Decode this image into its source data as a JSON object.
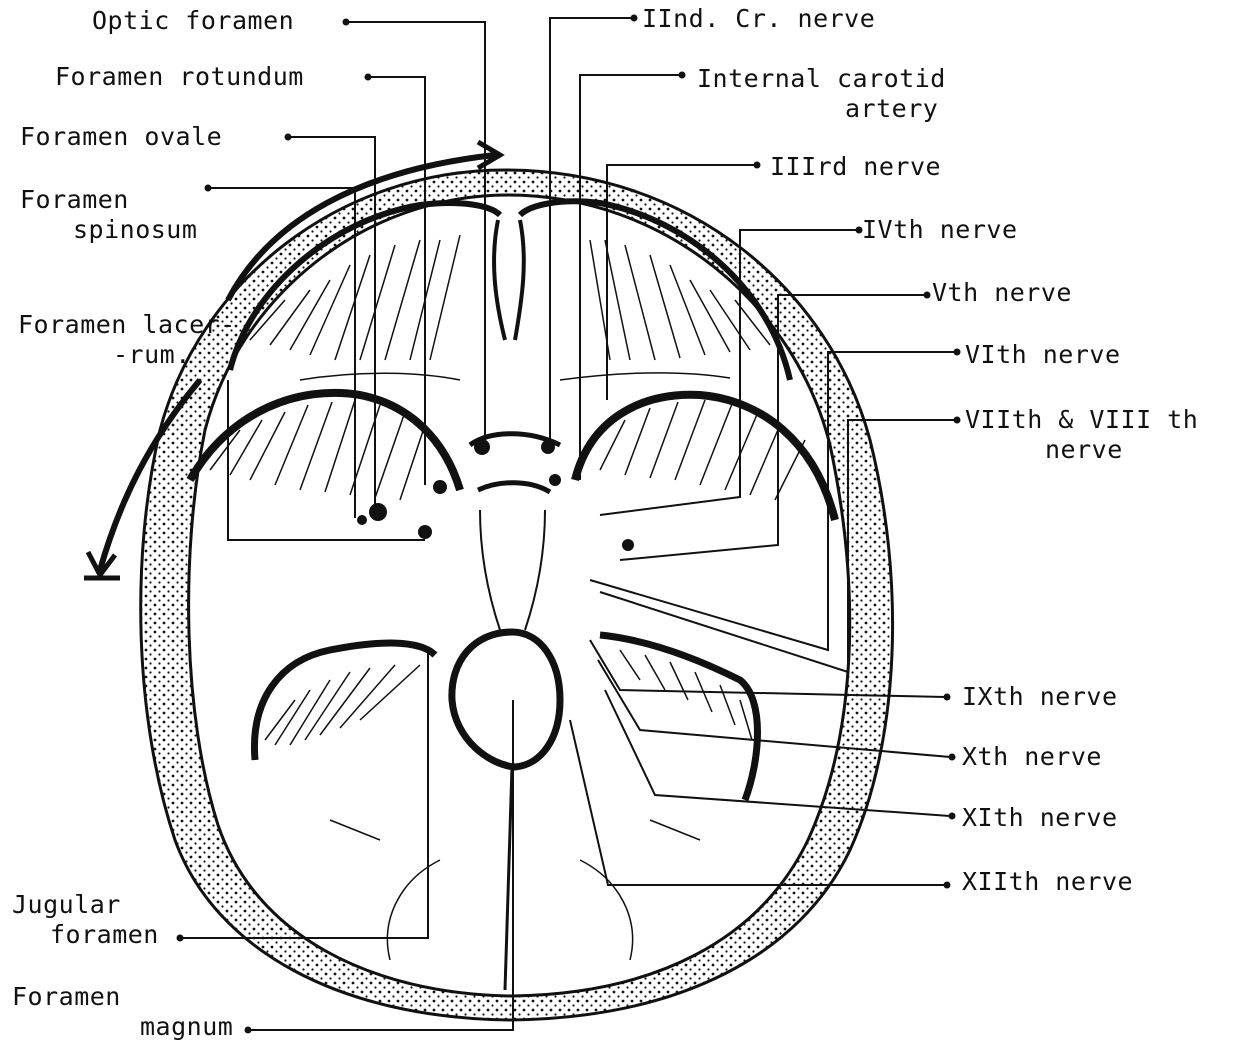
{
  "diagram": {
    "colors": {
      "ink": "#111111",
      "paper": "#ffffff"
    },
    "labels": {
      "optic_foramen": "Optic foramen",
      "foramen_rotundum": "Foramen rotundum",
      "foramen_ovale": "Foramen ovale",
      "foramen_spinosum_1": "Foramen",
      "foramen_spinosum_2": "spinosum",
      "foramen_lacerum_1": "Foramen lacer-",
      "foramen_lacerum_2": "-rum.",
      "jugular_foramen_1": "Jugular",
      "jugular_foramen_2": "foramen",
      "foramen_magnum_1": "Foramen",
      "foramen_magnum_2": "magnum",
      "second_nerve": "IInd. Cr. nerve",
      "internal_carotid_1": "Internal carotid",
      "internal_carotid_2": "artery",
      "third_nerve": "IIIrd nerve",
      "fourth_nerve": "IVth nerve",
      "fifth_nerve": "Vth nerve",
      "sixth_nerve": "VIth nerve",
      "seventh_eighth_1": "VIIth & VIII th",
      "seventh_eighth_2": "nerve",
      "ninth_nerve": "IXth nerve",
      "tenth_nerve": "Xth nerve",
      "eleventh_nerve": "XIth nerve",
      "twelfth_nerve": "XIIth nerve"
    }
  }
}
